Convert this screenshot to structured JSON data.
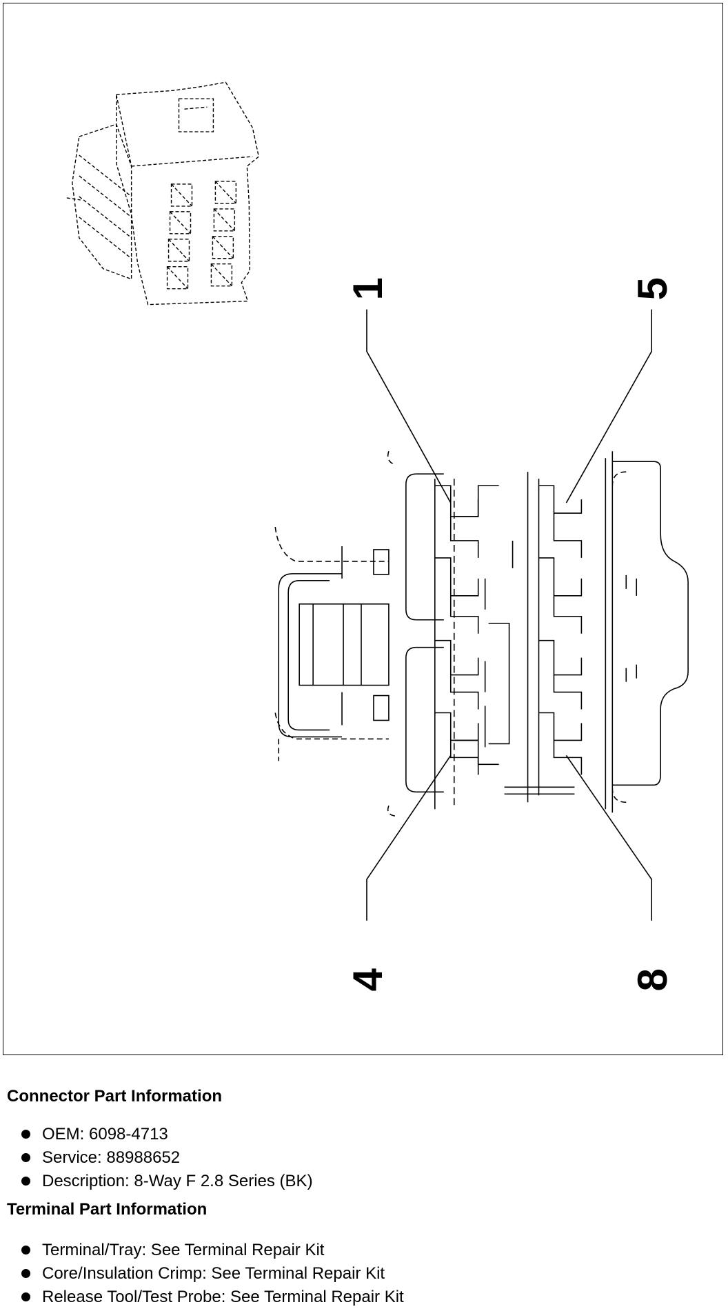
{
  "diagram": {
    "pin_labels": {
      "pin1": "1",
      "pin4": "4",
      "pin5": "5",
      "pin8": "8"
    }
  },
  "connector_section": {
    "heading": "Connector Part Information",
    "items": [
      "OEM: 6098-4713",
      "Service: 88988652",
      "Description: 8-Way F 2.8 Series (BK)"
    ]
  },
  "terminal_section": {
    "heading": "Terminal Part Information",
    "items": [
      "Terminal/Tray: See Terminal Repair Kit",
      "Core/Insulation Crimp: See Terminal Repair Kit",
      "Release Tool/Test Probe: See Terminal Repair Kit"
    ]
  }
}
